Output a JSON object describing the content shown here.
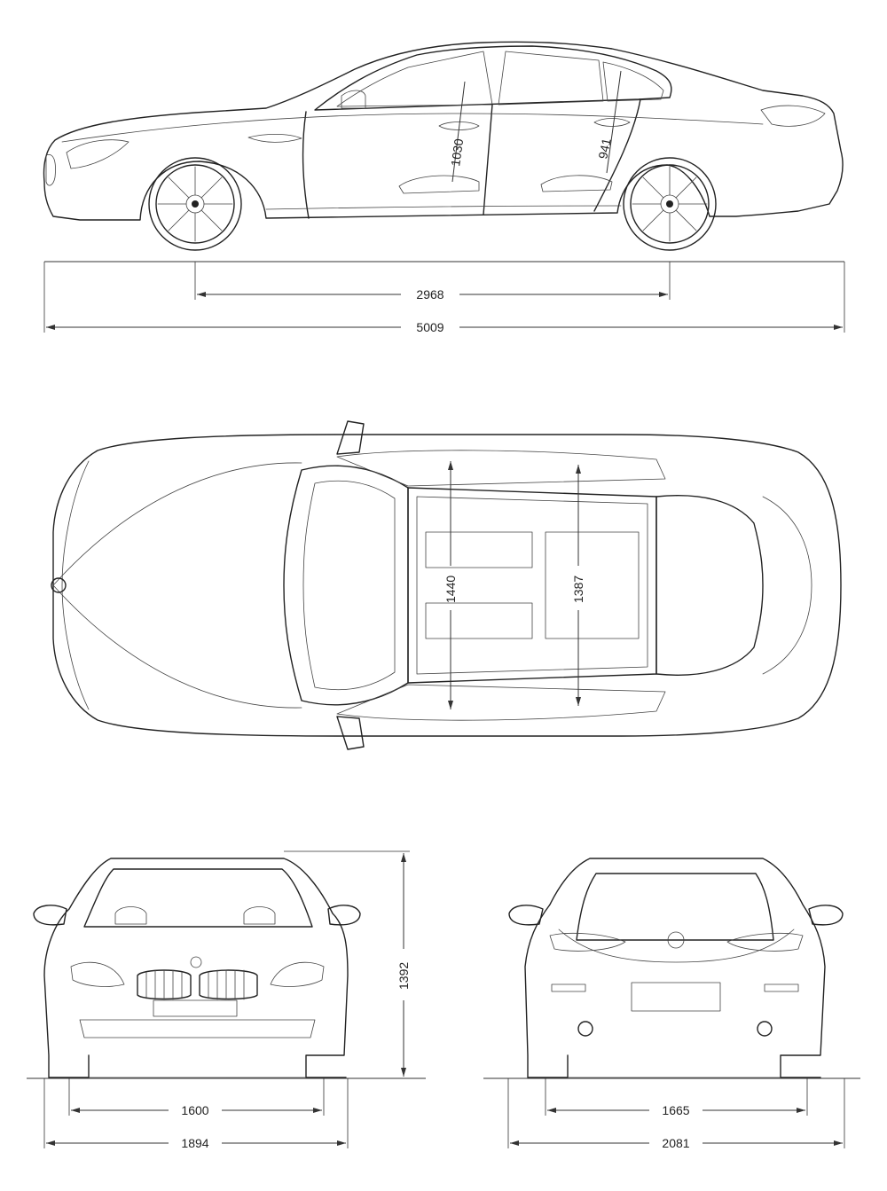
{
  "dimensions": {
    "wheelbase": "2968",
    "overall_length": "5009",
    "front_headroom": "1030",
    "rear_headroom": "941",
    "front_shoulder_width": "1440",
    "rear_shoulder_width": "1387",
    "height": "1392",
    "front_track": "1600",
    "width_incl_mirrors_front": "1894",
    "rear_track": "1665",
    "width_incl_mirrors_rear": "2081"
  }
}
